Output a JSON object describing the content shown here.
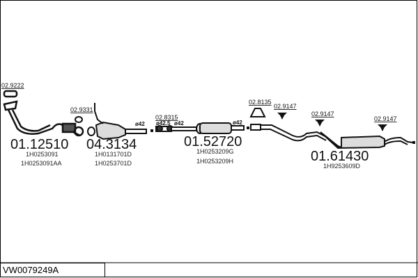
{
  "diagram_code": "VW0079249A",
  "parts": [
    {
      "number": "01.12510",
      "oe": [
        "1H0253091",
        "1H0253091AA"
      ]
    },
    {
      "number": "04.3134",
      "oe": [
        "1H0131701D",
        "1H0253701D"
      ]
    },
    {
      "number": "01.52720",
      "oe": [
        "1H0253209G",
        "1H0253209H"
      ]
    },
    {
      "number": "01.61430",
      "oe": [
        "1H9253609D"
      ]
    }
  ],
  "accessories": [
    "02.9222",
    "02.9331",
    "02.8315",
    "02.8135",
    "02.9147",
    "02.9147",
    "02.9147"
  ],
  "diameters": [
    "ø42",
    "ø42.5",
    "ø42",
    "ø42"
  ]
}
